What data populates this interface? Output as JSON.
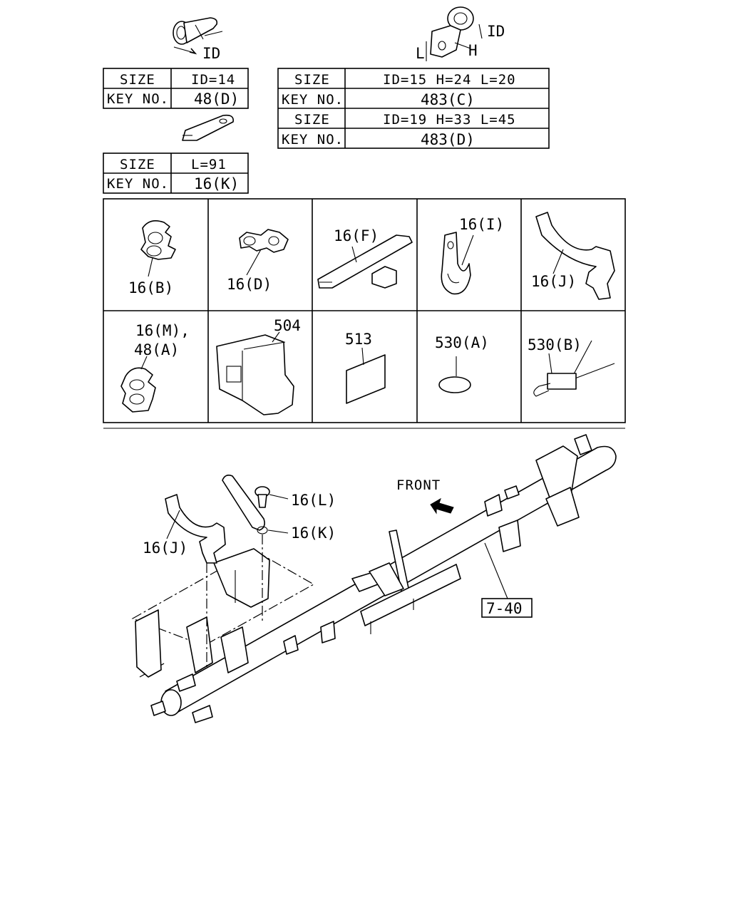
{
  "tables": {
    "t1": {
      "size_header": "SIZE",
      "key_header": "KEY NO.",
      "size": "ID=14",
      "key": "48(D)"
    },
    "t2": {
      "size_header": "SIZE",
      "key_header": "KEY NO.",
      "size": "L=91",
      "key": "16(K)"
    },
    "t3": {
      "size_header": "SIZE",
      "key_header": "KEY NO.",
      "size_a": "ID=15 H=24 L=20",
      "key_a": "483(C)",
      "size_b": "ID=19 H=33 L=45",
      "key_b": "483(D)"
    }
  },
  "dims": {
    "id": "ID",
    "h": "H",
    "l": "L"
  },
  "grid_labels": {
    "c1": "16(B)",
    "c2": "16(D)",
    "c3": "16(F)",
    "c4": "16(I)",
    "c5": "16(J)",
    "c6_line1": "16(M),",
    "c6_line2": "48(A)",
    "c7": "504",
    "c8": "513",
    "c9": "530(A)",
    "c10": "530(B)"
  },
  "assembly": {
    "front": "FRONT",
    "callout_l": "16(L)",
    "callout_k": "16(K)",
    "callout_j": "16(J)",
    "ref_box": "7-40"
  }
}
